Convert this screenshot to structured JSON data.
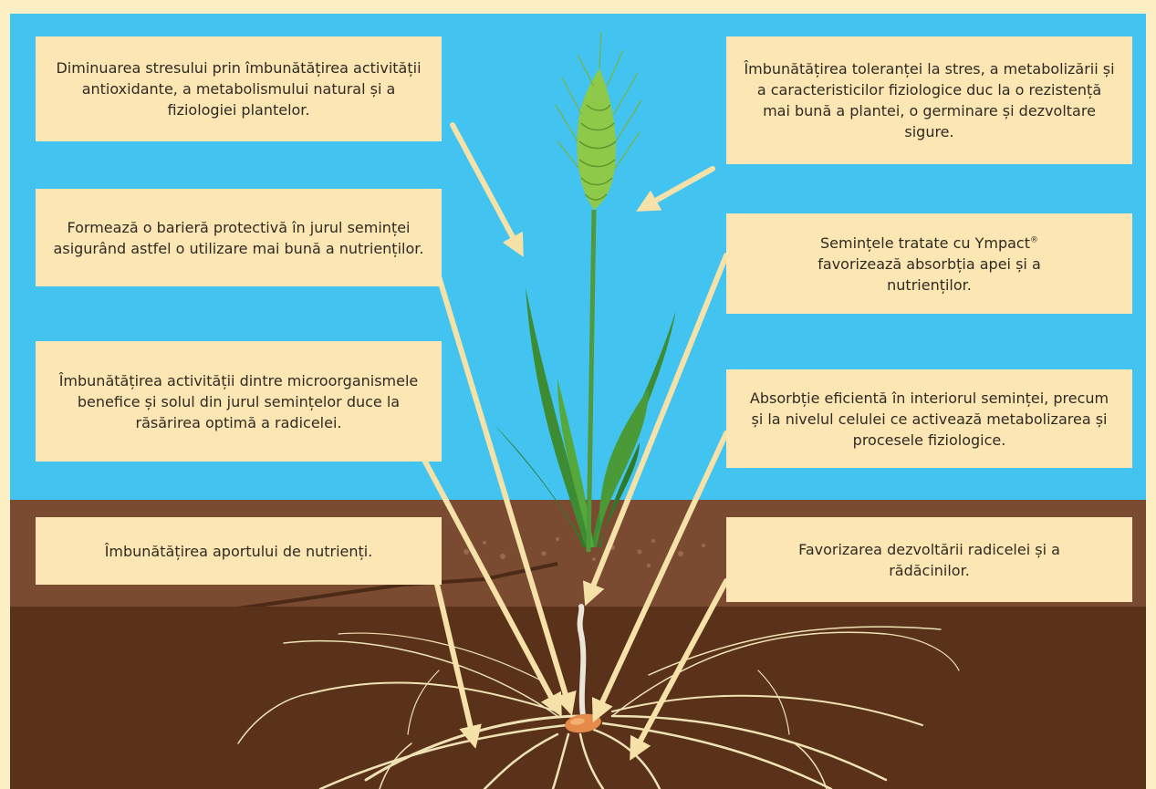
{
  "colors": {
    "sky": "#43c4f0",
    "frame": "#fcefc4",
    "box": "#fce7b4",
    "topsoil": "#7a4a31",
    "subsoil": "#5a321a",
    "arrow": "#f6e2a8",
    "roots": "#efe2b5",
    "wheat_leaf": "#3d8c34",
    "wheat_ear": "#8ec94a",
    "seed": "#e58a4a"
  },
  "callouts": {
    "left": [
      {
        "text": "Diminuarea stresului prin îmbunătățirea activității antioxidante, a metabolismului natural și a fiziologiei plantelor."
      },
      {
        "text": "Formează o barieră protectivă în jurul seminței asigurând astfel o utilizare mai bună a nutrienților."
      },
      {
        "text": "Îmbunătățirea activității dintre microorganismele benefice și solul din jurul semințelor duce la răsărirea optimă a radicelei."
      },
      {
        "text": "Îmbunătățirea aportului de nutrienți."
      }
    ],
    "right": [
      {
        "text": "Îmbunătățirea toleranței la stres, a metabolizării și a caracteristicilor fiziologice duc la o rezistență mai bună a plantei, o germinare și dezvoltare sigure."
      },
      {
        "text_before": "Semințele tratate cu Ympact",
        "registered_mark": "®",
        "text_after": "favorizează absorbția apei și a nutrienților."
      },
      {
        "text": "Absorbție eficientă în interiorul seminței, precum și la nivelul celulei ce activează metabolizarea și procesele fiziologice."
      },
      {
        "text": "Favorizarea dezvoltării radicelei și a rădăcinilor."
      }
    ]
  }
}
